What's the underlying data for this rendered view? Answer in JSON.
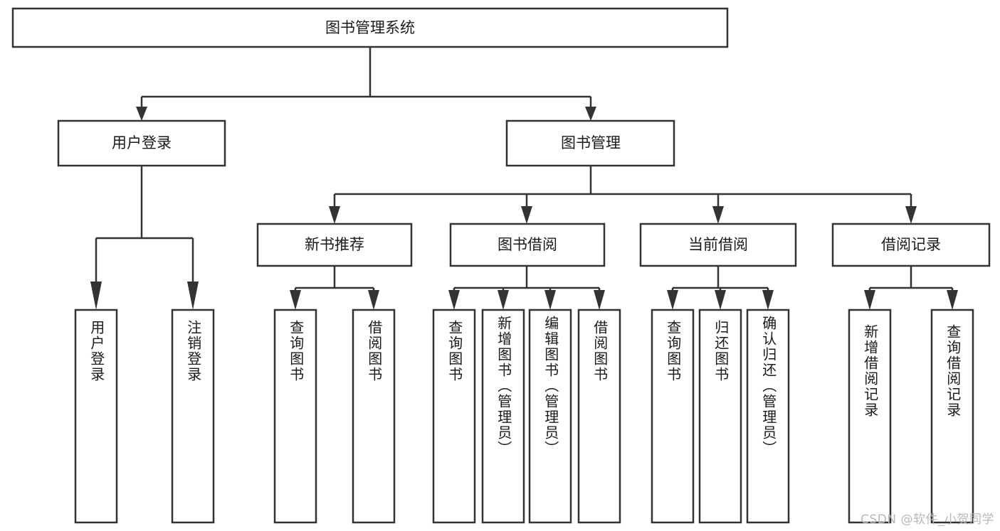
{
  "diagram": {
    "type": "tree",
    "title": "图书管理系统",
    "watermark": "CSDN @软件_小贺同学",
    "colors": {
      "stroke": "#333333",
      "fill": "#ffffff",
      "text": "#1a1a1a",
      "watermark": "#b9b9b9",
      "background": "#ffffff"
    },
    "root": {
      "label": "图书管理系统"
    },
    "level2": [
      {
        "label": "用户登录"
      },
      {
        "label": "图书管理"
      }
    ],
    "level3": [
      {
        "label": "新书推荐"
      },
      {
        "label": "图书借阅"
      },
      {
        "label": "当前借阅"
      },
      {
        "label": "借阅记录"
      }
    ],
    "leaves": {
      "user_login": [
        {
          "label": "用户登录"
        },
        {
          "label": "注销登录"
        }
      ],
      "new_book_recommend": [
        {
          "label": "查询图书"
        },
        {
          "label": "借阅图书"
        }
      ],
      "book_borrow": [
        {
          "label": "查询图书"
        },
        {
          "label": "新增图书（管理员）"
        },
        {
          "label": "编辑图书（管理员）"
        },
        {
          "label": "借阅图书"
        }
      ],
      "current_borrow": [
        {
          "label": "查询图书"
        },
        {
          "label": "归还图书"
        },
        {
          "label": "确认归还（管理员）"
        }
      ],
      "borrow_record": [
        {
          "label": "新增借阅记录"
        },
        {
          "label": "查询借阅记录"
        }
      ]
    }
  }
}
